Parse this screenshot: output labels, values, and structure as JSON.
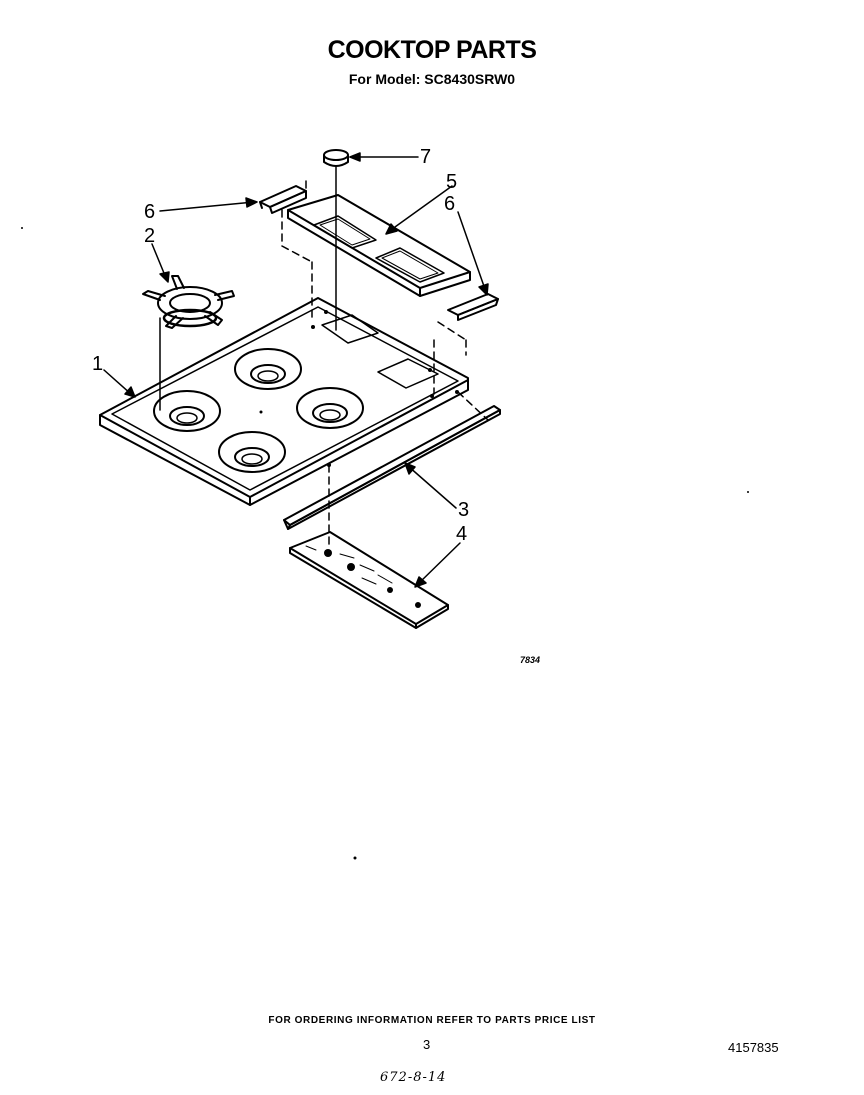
{
  "header": {
    "title": "COOKTOP PARTS",
    "subtitle": "For Model: SC8430SRW0"
  },
  "callouts": [
    {
      "id": "1",
      "part": "cooktop"
    },
    {
      "id": "2",
      "part": "burner grate"
    },
    {
      "id": "3",
      "part": "trim strip"
    },
    {
      "id": "4",
      "part": "control panel"
    },
    {
      "id": "5",
      "part": "control panel frame"
    },
    {
      "id": "6",
      "part": "end cap left"
    },
    {
      "id": "6",
      "part": "end cap right"
    },
    {
      "id": "7",
      "part": "knob"
    }
  ],
  "figure_number": "7834",
  "footer": {
    "ordering_note": "FOR ORDERING INFORMATION REFER TO PARTS PRICE LIST",
    "page_number": "3",
    "document_number": "4157835",
    "handwritten_code": "672-8-14"
  }
}
